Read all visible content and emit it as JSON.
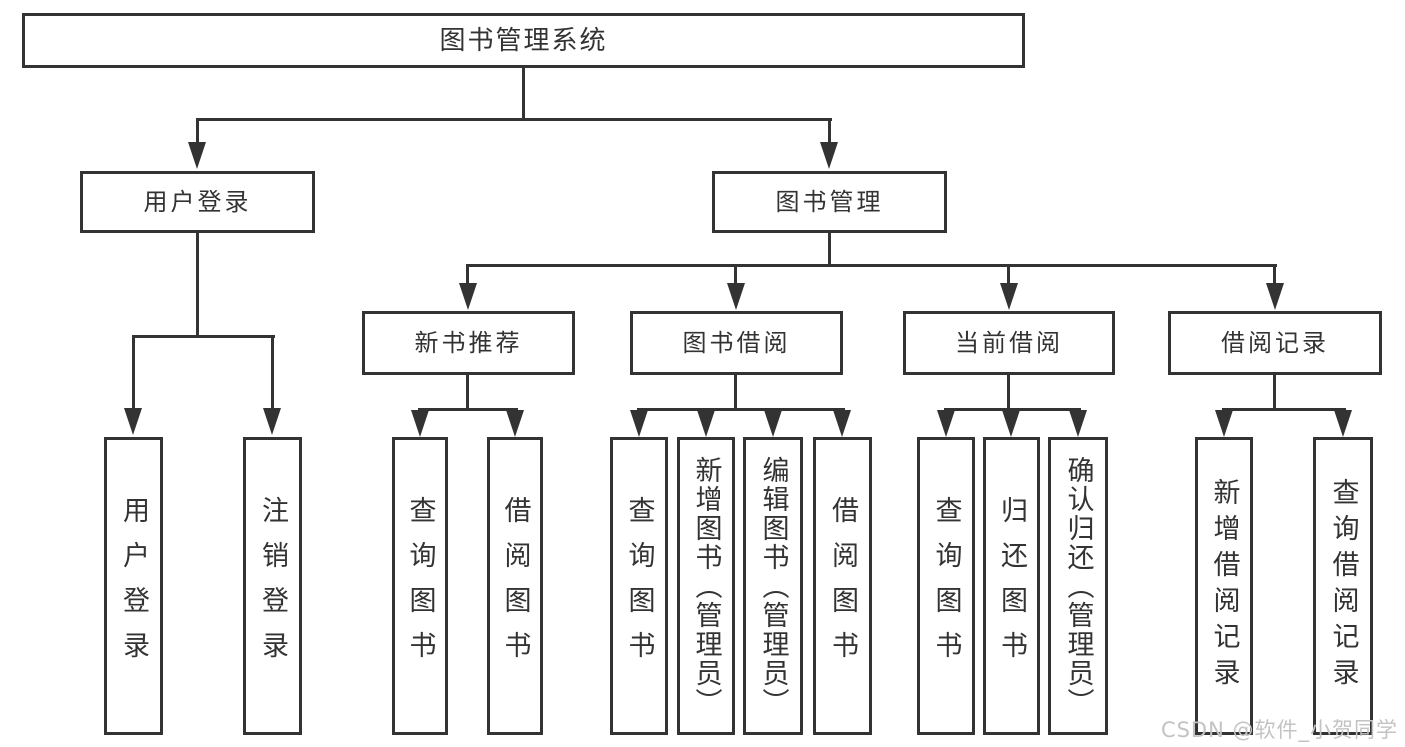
{
  "diagram_title": "图书管理系统",
  "tree": {
    "label": "图书管理系统",
    "children": [
      {
        "label": "用户登录",
        "children": [
          {
            "label": "用户登录"
          },
          {
            "label": "注销登录"
          }
        ]
      },
      {
        "label": "图书管理",
        "children": [
          {
            "label": "新书推荐",
            "children": [
              {
                "label": "查询图书"
              },
              {
                "label": "借阅图书"
              }
            ]
          },
          {
            "label": "图书借阅",
            "children": [
              {
                "label": "查询图书"
              },
              {
                "label": "新增图书（管理员）"
              },
              {
                "label": "编辑图书（管理员）"
              },
              {
                "label": "借阅图书"
              }
            ]
          },
          {
            "label": "当前借阅",
            "children": [
              {
                "label": "查询图书"
              },
              {
                "label": "归还图书"
              },
              {
                "label": "确认归还（管理员）"
              }
            ]
          },
          {
            "label": "借阅记录",
            "children": [
              {
                "label": "新增借阅记录"
              },
              {
                "label": "查询借阅记录"
              }
            ]
          }
        ]
      }
    ]
  },
  "watermark": {
    "text": "CSDN @软件_小贺同学"
  },
  "colors": {
    "background": "#ffffff",
    "line": "#333333",
    "text": "#333333",
    "watermark": "#c3c3c3"
  }
}
